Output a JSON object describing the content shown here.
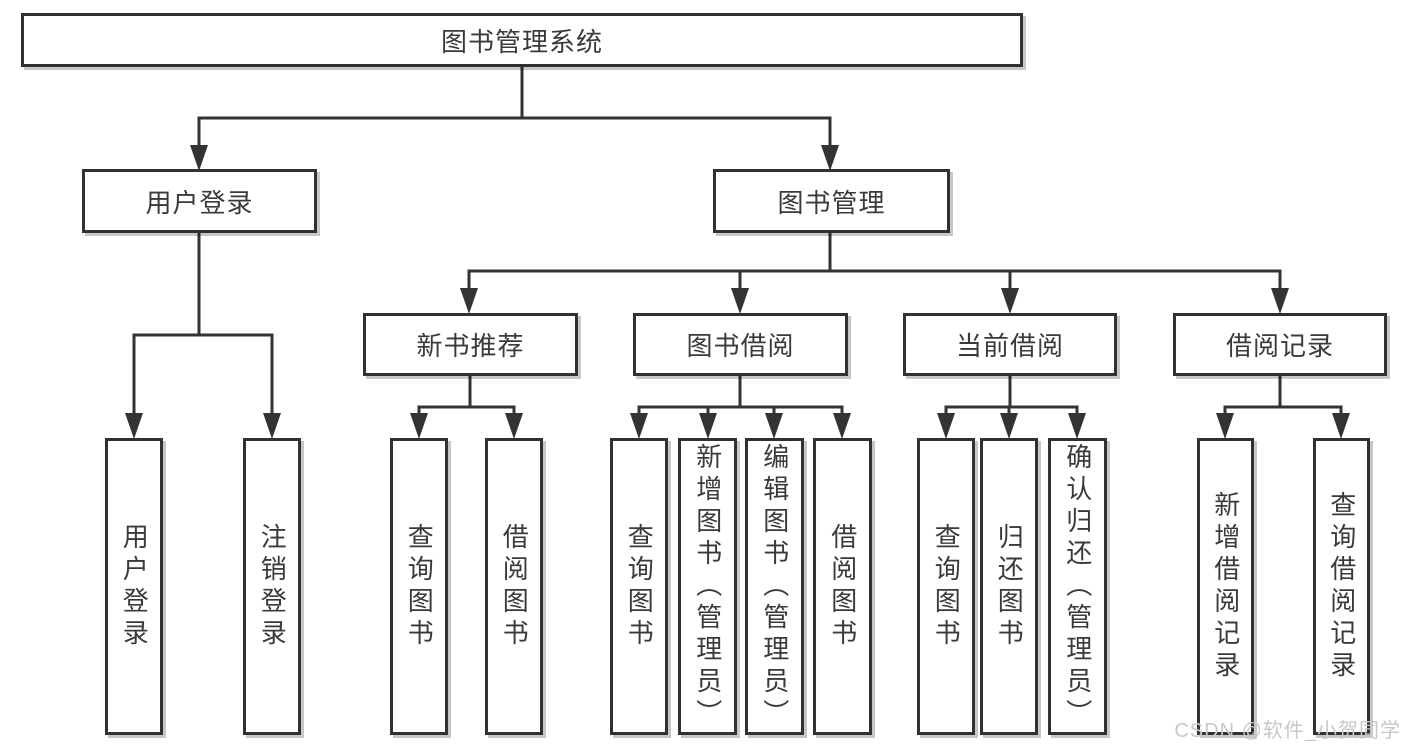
{
  "diagram": {
    "colors": {
      "line": "#333333",
      "border": "#313131",
      "text": "#3a3a3a",
      "background": "#ffffff",
      "watermark": "#c8c8c8"
    },
    "root": {
      "label": "图书管理系统",
      "children": [
        {
          "label": "用户登录",
          "children": [
            {
              "label": "用户登录"
            },
            {
              "label": "注销登录"
            }
          ]
        },
        {
          "label": "图书管理",
          "children": [
            {
              "label": "新书推荐",
              "children": [
                {
                  "label": "查询图书"
                },
                {
                  "label": "借阅图书"
                }
              ]
            },
            {
              "label": "图书借阅",
              "children": [
                {
                  "label": "查询图书"
                },
                {
                  "label": "新增图书（管理员）"
                },
                {
                  "label": "编辑图书（管理员）"
                },
                {
                  "label": "借阅图书"
                }
              ]
            },
            {
              "label": "当前借阅",
              "children": [
                {
                  "label": "查询图书"
                },
                {
                  "label": "归还图书"
                },
                {
                  "label": "确认归还（管理员）"
                }
              ]
            },
            {
              "label": "借阅记录",
              "children": [
                {
                  "label": "新增借阅记录"
                },
                {
                  "label": "查询借阅记录"
                }
              ]
            }
          ]
        }
      ]
    }
  },
  "watermark": {
    "text": "CSDN @软件_小贺同学"
  }
}
